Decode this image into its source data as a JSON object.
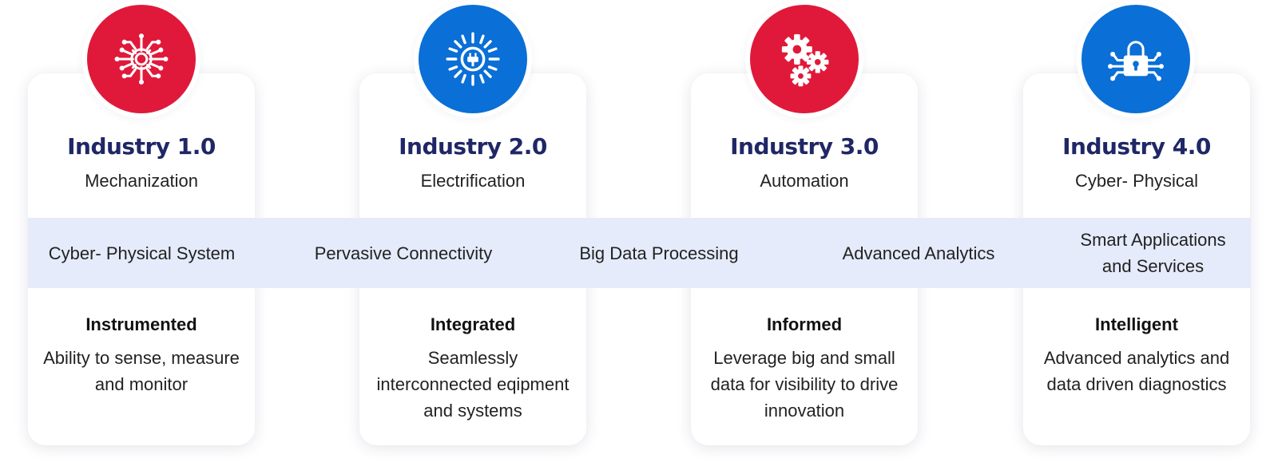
{
  "colors": {
    "red": "#e0193a",
    "blue": "#0a6fd6",
    "title_navy": "#1f2766",
    "band": "#e5ebfb"
  },
  "stages": [
    {
      "title": "Industry 1.0",
      "subtitle": "Mechanization",
      "icon": "circuit-gear-icon",
      "icon_color": "#e0193a",
      "trait": "Instrumented",
      "description": "Ability to sense, measure and monitor"
    },
    {
      "title": "Industry 2.0",
      "subtitle": "Electrification",
      "icon": "sun-plug-icon",
      "icon_color": "#0a6fd6",
      "trait": "Integrated",
      "description": "Seamlessly interconnected eqipment and systems"
    },
    {
      "title": "Industry 3.0",
      "subtitle": "Automation",
      "icon": "gears-icon",
      "icon_color": "#e0193a",
      "trait": "Informed",
      "description": "Leverage big and small data for visibility to drive innovation"
    },
    {
      "title": "Industry 4.0",
      "subtitle": "Cyber- Physical",
      "icon": "circuit-lock-icon",
      "icon_color": "#0a6fd6",
      "trait": "Intelligent",
      "description": "Advanced analytics and data driven diagnostics"
    }
  ],
  "band": [
    {
      "line1": "Cyber- Physical System",
      "line2": ""
    },
    {
      "line1": "Pervasive Connectivity",
      "line2": ""
    },
    {
      "line1": "Big Data Processing",
      "line2": ""
    },
    {
      "line1": "Advanced Analytics",
      "line2": ""
    },
    {
      "line1": "Smart Applications",
      "line2": "and Services"
    }
  ]
}
